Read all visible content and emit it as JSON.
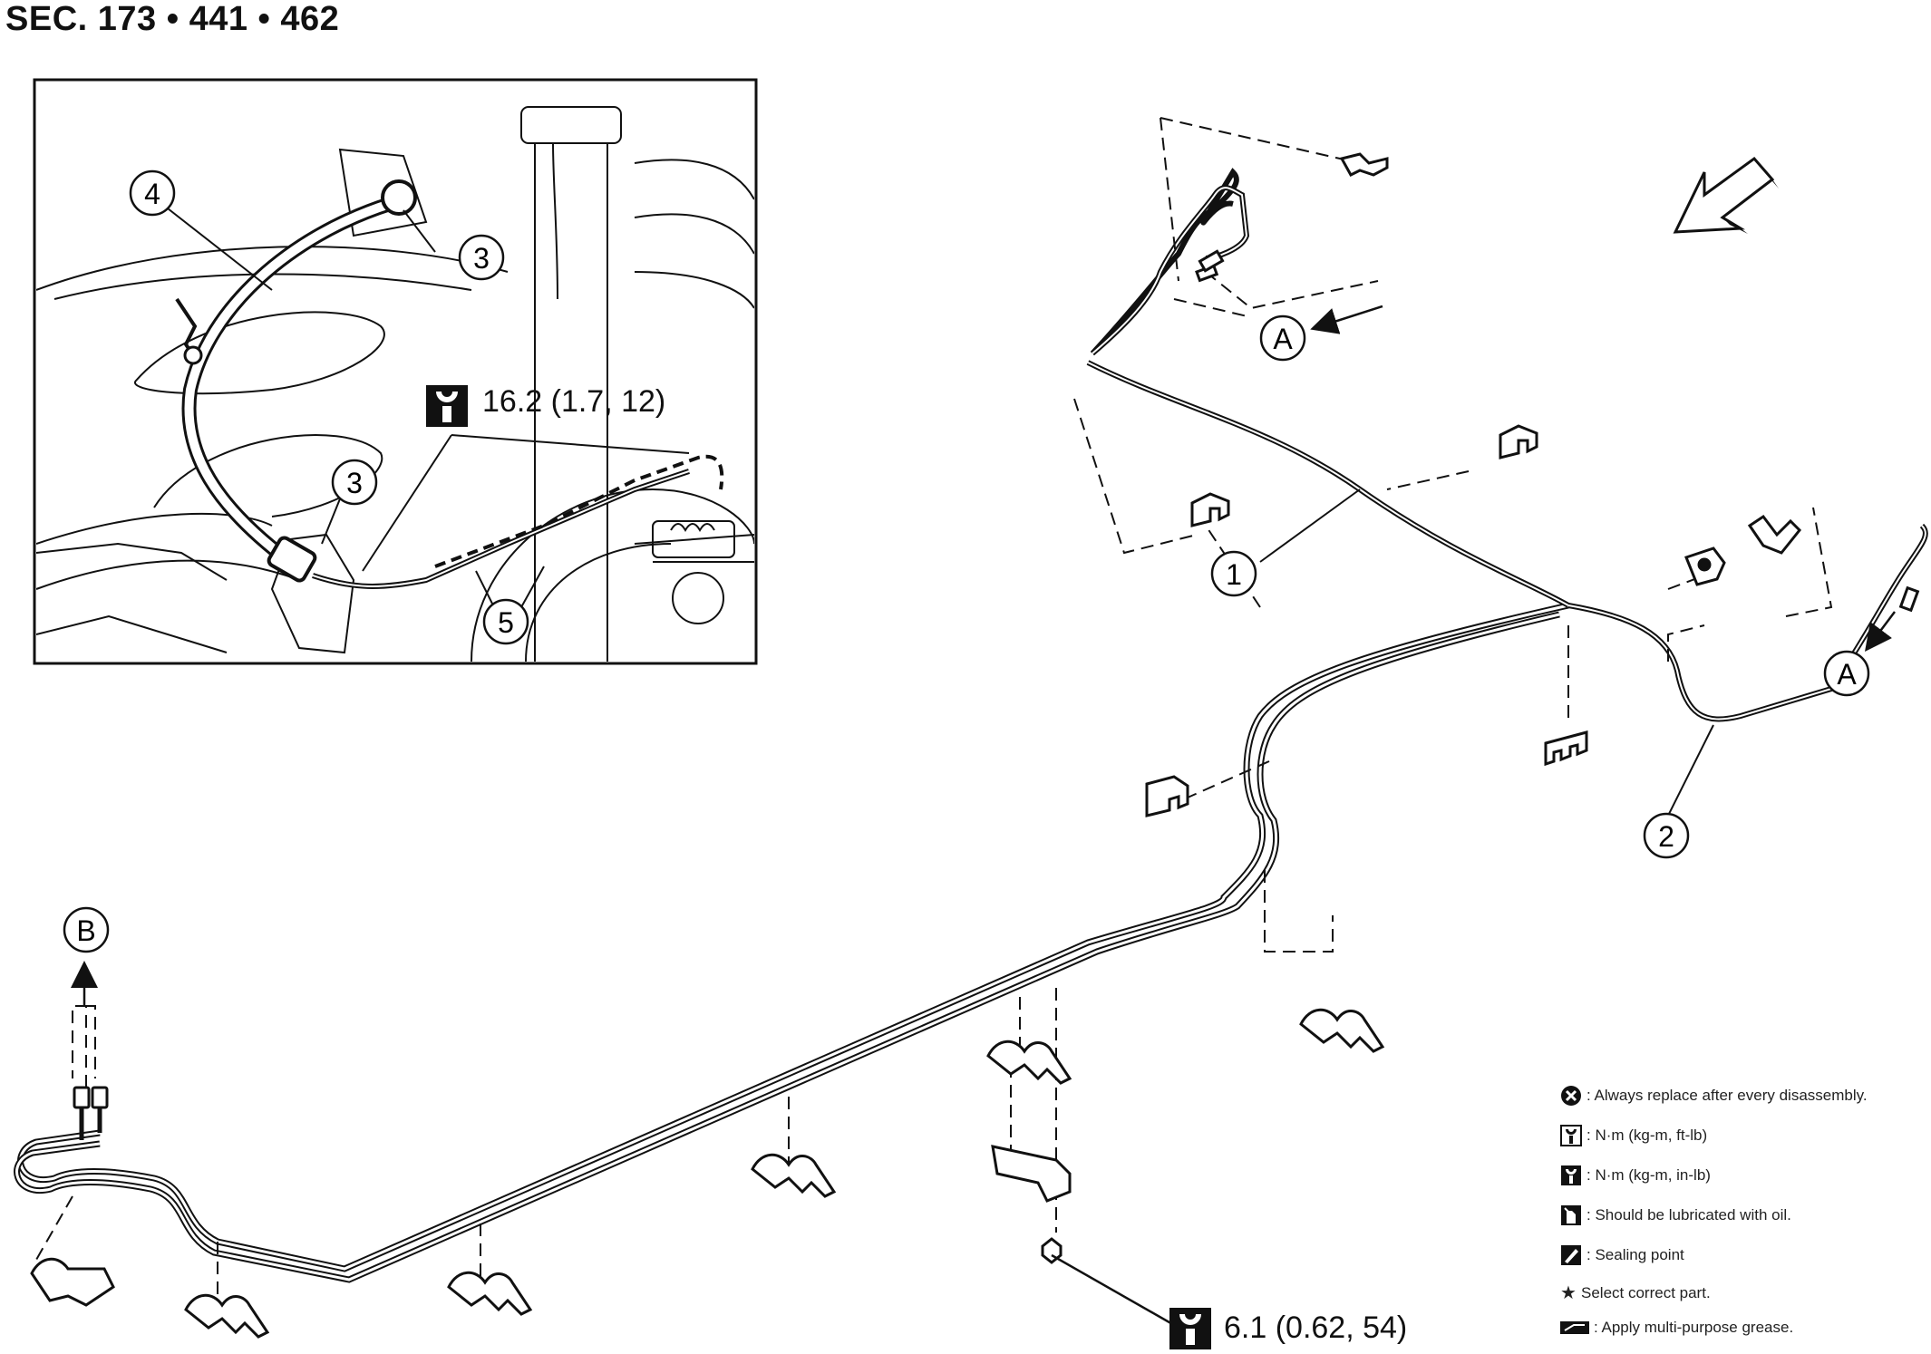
{
  "header": {
    "section": "SEC. 173 • 441 • 462"
  },
  "callouts": {
    "c1": "1",
    "c2": "2",
    "c3a": "3",
    "c3b": "3",
    "c4": "4",
    "c5": "5",
    "cA1": "A",
    "cA2": "A",
    "cB": "B"
  },
  "torque": {
    "inset": "16.2 (1.7, 12)",
    "bottom": "6.1 (0.62, 54)"
  },
  "legend": {
    "items": [
      {
        "icon": "always-replace-icon",
        "text": ": Always replace after every disassembly."
      },
      {
        "icon": "torque-ftlb-icon",
        "text": ": N·m (kg-m, ft-lb)"
      },
      {
        "icon": "torque-inlb-icon",
        "text": ": N·m (kg-m, in-lb)"
      },
      {
        "icon": "oil-lubricate-icon",
        "text": ": Should be lubricated with oil."
      },
      {
        "icon": "sealing-point-icon",
        "text": ": Sealing point"
      },
      {
        "icon": "star-icon",
        "text": "Select correct part."
      },
      {
        "icon": "grease-icon",
        "text": ": Apply multi-purpose grease."
      }
    ]
  }
}
